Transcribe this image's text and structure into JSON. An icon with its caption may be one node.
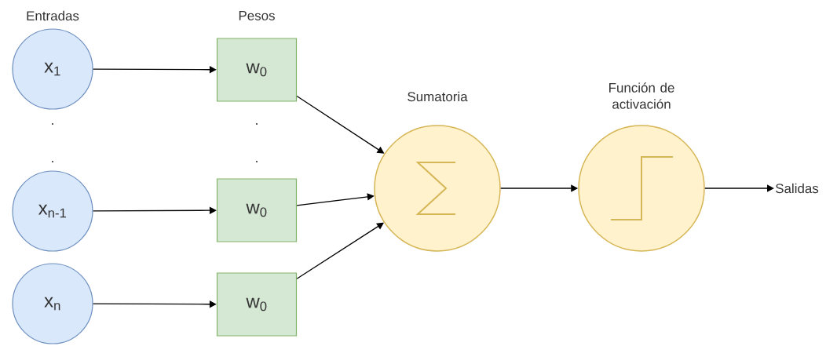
{
  "diagram": {
    "nodes": [
      {
        "text": [
          "x$_{1}$"
        ]
      },
      {
        "text": [
          "x$_{n-1}$"
        ]
      },
      {
        "text": [
          "x$_{n}$"
        ]
      },
      {
        "text": [
          "w$_{0}$"
        ]
      },
      {
        "text": [
          "w$_{0}$"
        ]
      },
      {
        "text": [
          "w$_{0}$"
        ]
      },
      {
        "text": [
          "Sumatoria"
        ]
      },
      {
        "text": [
          "Función de activación"
        ]
      },
      {
        "text": [
          "Salidas"
        ]
      }
    ],
    "edges": [
      {
        "from": 0,
        "to": 3,
        "arrow": "to"
      },
      {
        "from": 1,
        "to": 4,
        "arrow": "to"
      },
      {
        "from": 2,
        "to": 5,
        "arrow": "to"
      },
      {
        "from": 3,
        "to": 6,
        "arrow": "to"
      },
      {
        "from": 4,
        "to": 6,
        "arrow": "to"
      },
      {
        "from": 5,
        "to": 6,
        "arrow": "to"
      },
      {
        "from": 6,
        "to": 7,
        "arrow": "to"
      },
      {
        "from": 7,
        "to": 8,
        "arrow": "to"
      }
    ],
    "labels": [
      "Entradas",
      "Pesos",
      ".",
      ".",
      ".",
      "."
    ]
  }
}
